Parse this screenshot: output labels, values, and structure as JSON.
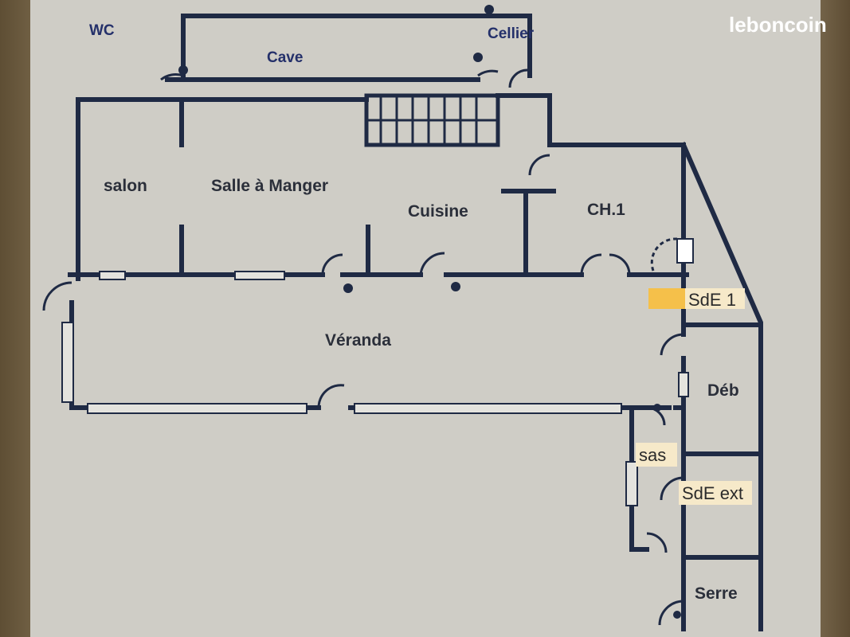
{
  "watermark": "leboncoin",
  "rooms": {
    "wc": "WC",
    "cellier": "Cellier",
    "cave": "Cave",
    "salon": "salon",
    "salle_a_manger": "Salle à Manger",
    "cuisine": "Cuisine",
    "ch1": "CH.1",
    "sde1": "SdE 1",
    "veranda": "Véranda",
    "deb": "Déb",
    "sas": "sas",
    "sde_ext": "SdE ext",
    "serre": "Serre"
  },
  "colors": {
    "wall": "#1f2a44",
    "highlight": "#f5c04a",
    "label_box": "#f6e9c9"
  }
}
